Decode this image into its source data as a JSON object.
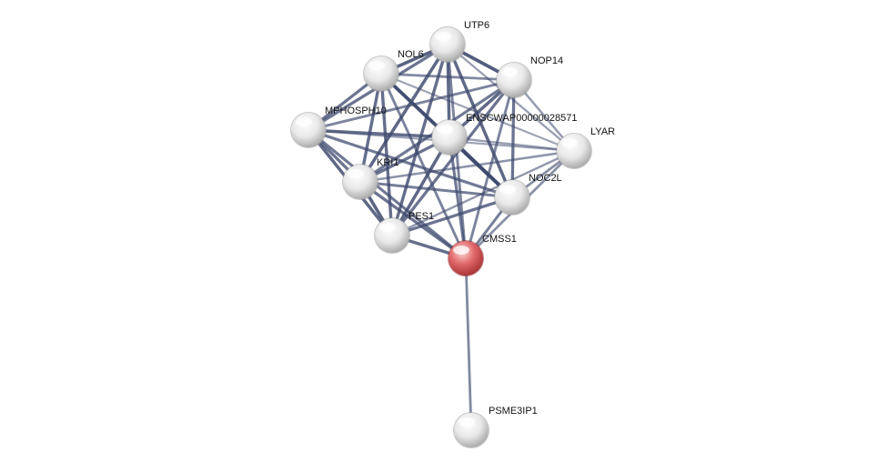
{
  "network": {
    "query_protein": "CMSS1",
    "colors": {
      "query_node": "#d9595c",
      "partner_node": "#e6e6e6",
      "edge": "#3e4a6e",
      "label": "#111111"
    },
    "nodes": [
      {
        "id": "UTP6",
        "label": "UTP6",
        "query": false
      },
      {
        "id": "NOL6",
        "label": "NOL6",
        "query": false
      },
      {
        "id": "NOP14",
        "label": "NOP14",
        "query": false
      },
      {
        "id": "MPHOSPH10",
        "label": "MPHOSPH10",
        "query": false
      },
      {
        "id": "ENSCWAP00000028571",
        "label": "ENSCWAP00000028571",
        "query": false
      },
      {
        "id": "LYAR",
        "label": "LYAR",
        "query": false
      },
      {
        "id": "KRI1",
        "label": "KRI1",
        "query": false
      },
      {
        "id": "NOC2L",
        "label": "NOC2L",
        "query": false
      },
      {
        "id": "PES1",
        "label": "PES1",
        "query": false
      },
      {
        "id": "CMSS1",
        "label": "CMSS1",
        "query": true
      },
      {
        "id": "PSME3IP1",
        "label": "PSME3IP1",
        "query": false
      }
    ],
    "edges": [
      {
        "source": "NOL6",
        "target": "UTP6",
        "strength": 0.85
      },
      {
        "source": "UTP6",
        "target": "NOP14",
        "strength": 0.9
      },
      {
        "source": "NOL6",
        "target": "NOP14",
        "strength": 0.5
      },
      {
        "source": "NOL6",
        "target": "MPHOSPH10",
        "strength": 0.7
      },
      {
        "source": "UTP6",
        "target": "MPHOSPH10",
        "strength": 0.7
      },
      {
        "source": "MPHOSPH10",
        "target": "NOP14",
        "strength": 0.55
      },
      {
        "source": "UTP6",
        "target": "ENSCWAP00000028571",
        "strength": 0.8
      },
      {
        "source": "NOL6",
        "target": "ENSCWAP00000028571",
        "strength": 0.6
      },
      {
        "source": "NOP14",
        "target": "ENSCWAP00000028571",
        "strength": 0.8
      },
      {
        "source": "MPHOSPH10",
        "target": "ENSCWAP00000028571",
        "strength": 0.75
      },
      {
        "source": "UTP6",
        "target": "LYAR",
        "strength": 0.3
      },
      {
        "source": "NOP14",
        "target": "LYAR",
        "strength": 0.35
      },
      {
        "source": "NOL6",
        "target": "LYAR",
        "strength": 0.25
      },
      {
        "source": "ENSCWAP00000028571",
        "target": "LYAR",
        "strength": 0.3
      },
      {
        "source": "MPHOSPH10",
        "target": "LYAR",
        "strength": 0.25
      },
      {
        "source": "NOL6",
        "target": "KRI1",
        "strength": 0.75
      },
      {
        "source": "UTP6",
        "target": "KRI1",
        "strength": 0.8
      },
      {
        "source": "MPHOSPH10",
        "target": "KRI1",
        "strength": 0.7
      },
      {
        "source": "KRI1",
        "target": "NOP14",
        "strength": 0.65
      },
      {
        "source": "ENSCWAP00000028571",
        "target": "KRI1",
        "strength": 0.7
      },
      {
        "source": "KRI1",
        "target": "LYAR",
        "strength": 0.4
      },
      {
        "source": "NOL6",
        "target": "NOC2L",
        "strength": 0.95
      },
      {
        "source": "UTP6",
        "target": "NOC2L",
        "strength": 0.8
      },
      {
        "source": "NOP14",
        "target": "NOC2L",
        "strength": 0.7
      },
      {
        "source": "ENSCWAP00000028571",
        "target": "NOC2L",
        "strength": 0.95
      },
      {
        "source": "LYAR",
        "target": "NOC2L",
        "strength": 0.45
      },
      {
        "source": "MPHOSPH10",
        "target": "NOC2L",
        "strength": 0.65
      },
      {
        "source": "KRI1",
        "target": "NOC2L",
        "strength": 0.6
      },
      {
        "source": "NOL6",
        "target": "PES1",
        "strength": 0.75
      },
      {
        "source": "UTP6",
        "target": "PES1",
        "strength": 0.75
      },
      {
        "source": "NOP14",
        "target": "PES1",
        "strength": 0.7
      },
      {
        "source": "MPHOSPH10",
        "target": "PES1",
        "strength": 0.8
      },
      {
        "source": "ENSCWAP00000028571",
        "target": "PES1",
        "strength": 0.8
      },
      {
        "source": "KRI1",
        "target": "PES1",
        "strength": 0.85
      },
      {
        "source": "NOC2L",
        "target": "PES1",
        "strength": 0.7
      },
      {
        "source": "LYAR",
        "target": "PES1",
        "strength": 0.35
      },
      {
        "source": "CMSS1",
        "target": "NOL6",
        "strength": 0.55
      },
      {
        "source": "CMSS1",
        "target": "UTP6",
        "strength": 0.55
      },
      {
        "source": "CMSS1",
        "target": "NOP14",
        "strength": 0.55
      },
      {
        "source": "CMSS1",
        "target": "MPHOSPH10",
        "strength": 0.65
      },
      {
        "source": "CMSS1",
        "target": "ENSCWAP00000028571",
        "strength": 0.65
      },
      {
        "source": "CMSS1",
        "target": "LYAR",
        "strength": 0.45
      },
      {
        "source": "CMSS1",
        "target": "KRI1",
        "strength": 0.7
      },
      {
        "source": "CMSS1",
        "target": "NOC2L",
        "strength": 0.6
      },
      {
        "source": "CMSS1",
        "target": "PES1",
        "strength": 0.75
      },
      {
        "source": "CMSS1",
        "target": "PSME3IP1",
        "strength": 0.5
      }
    ]
  }
}
